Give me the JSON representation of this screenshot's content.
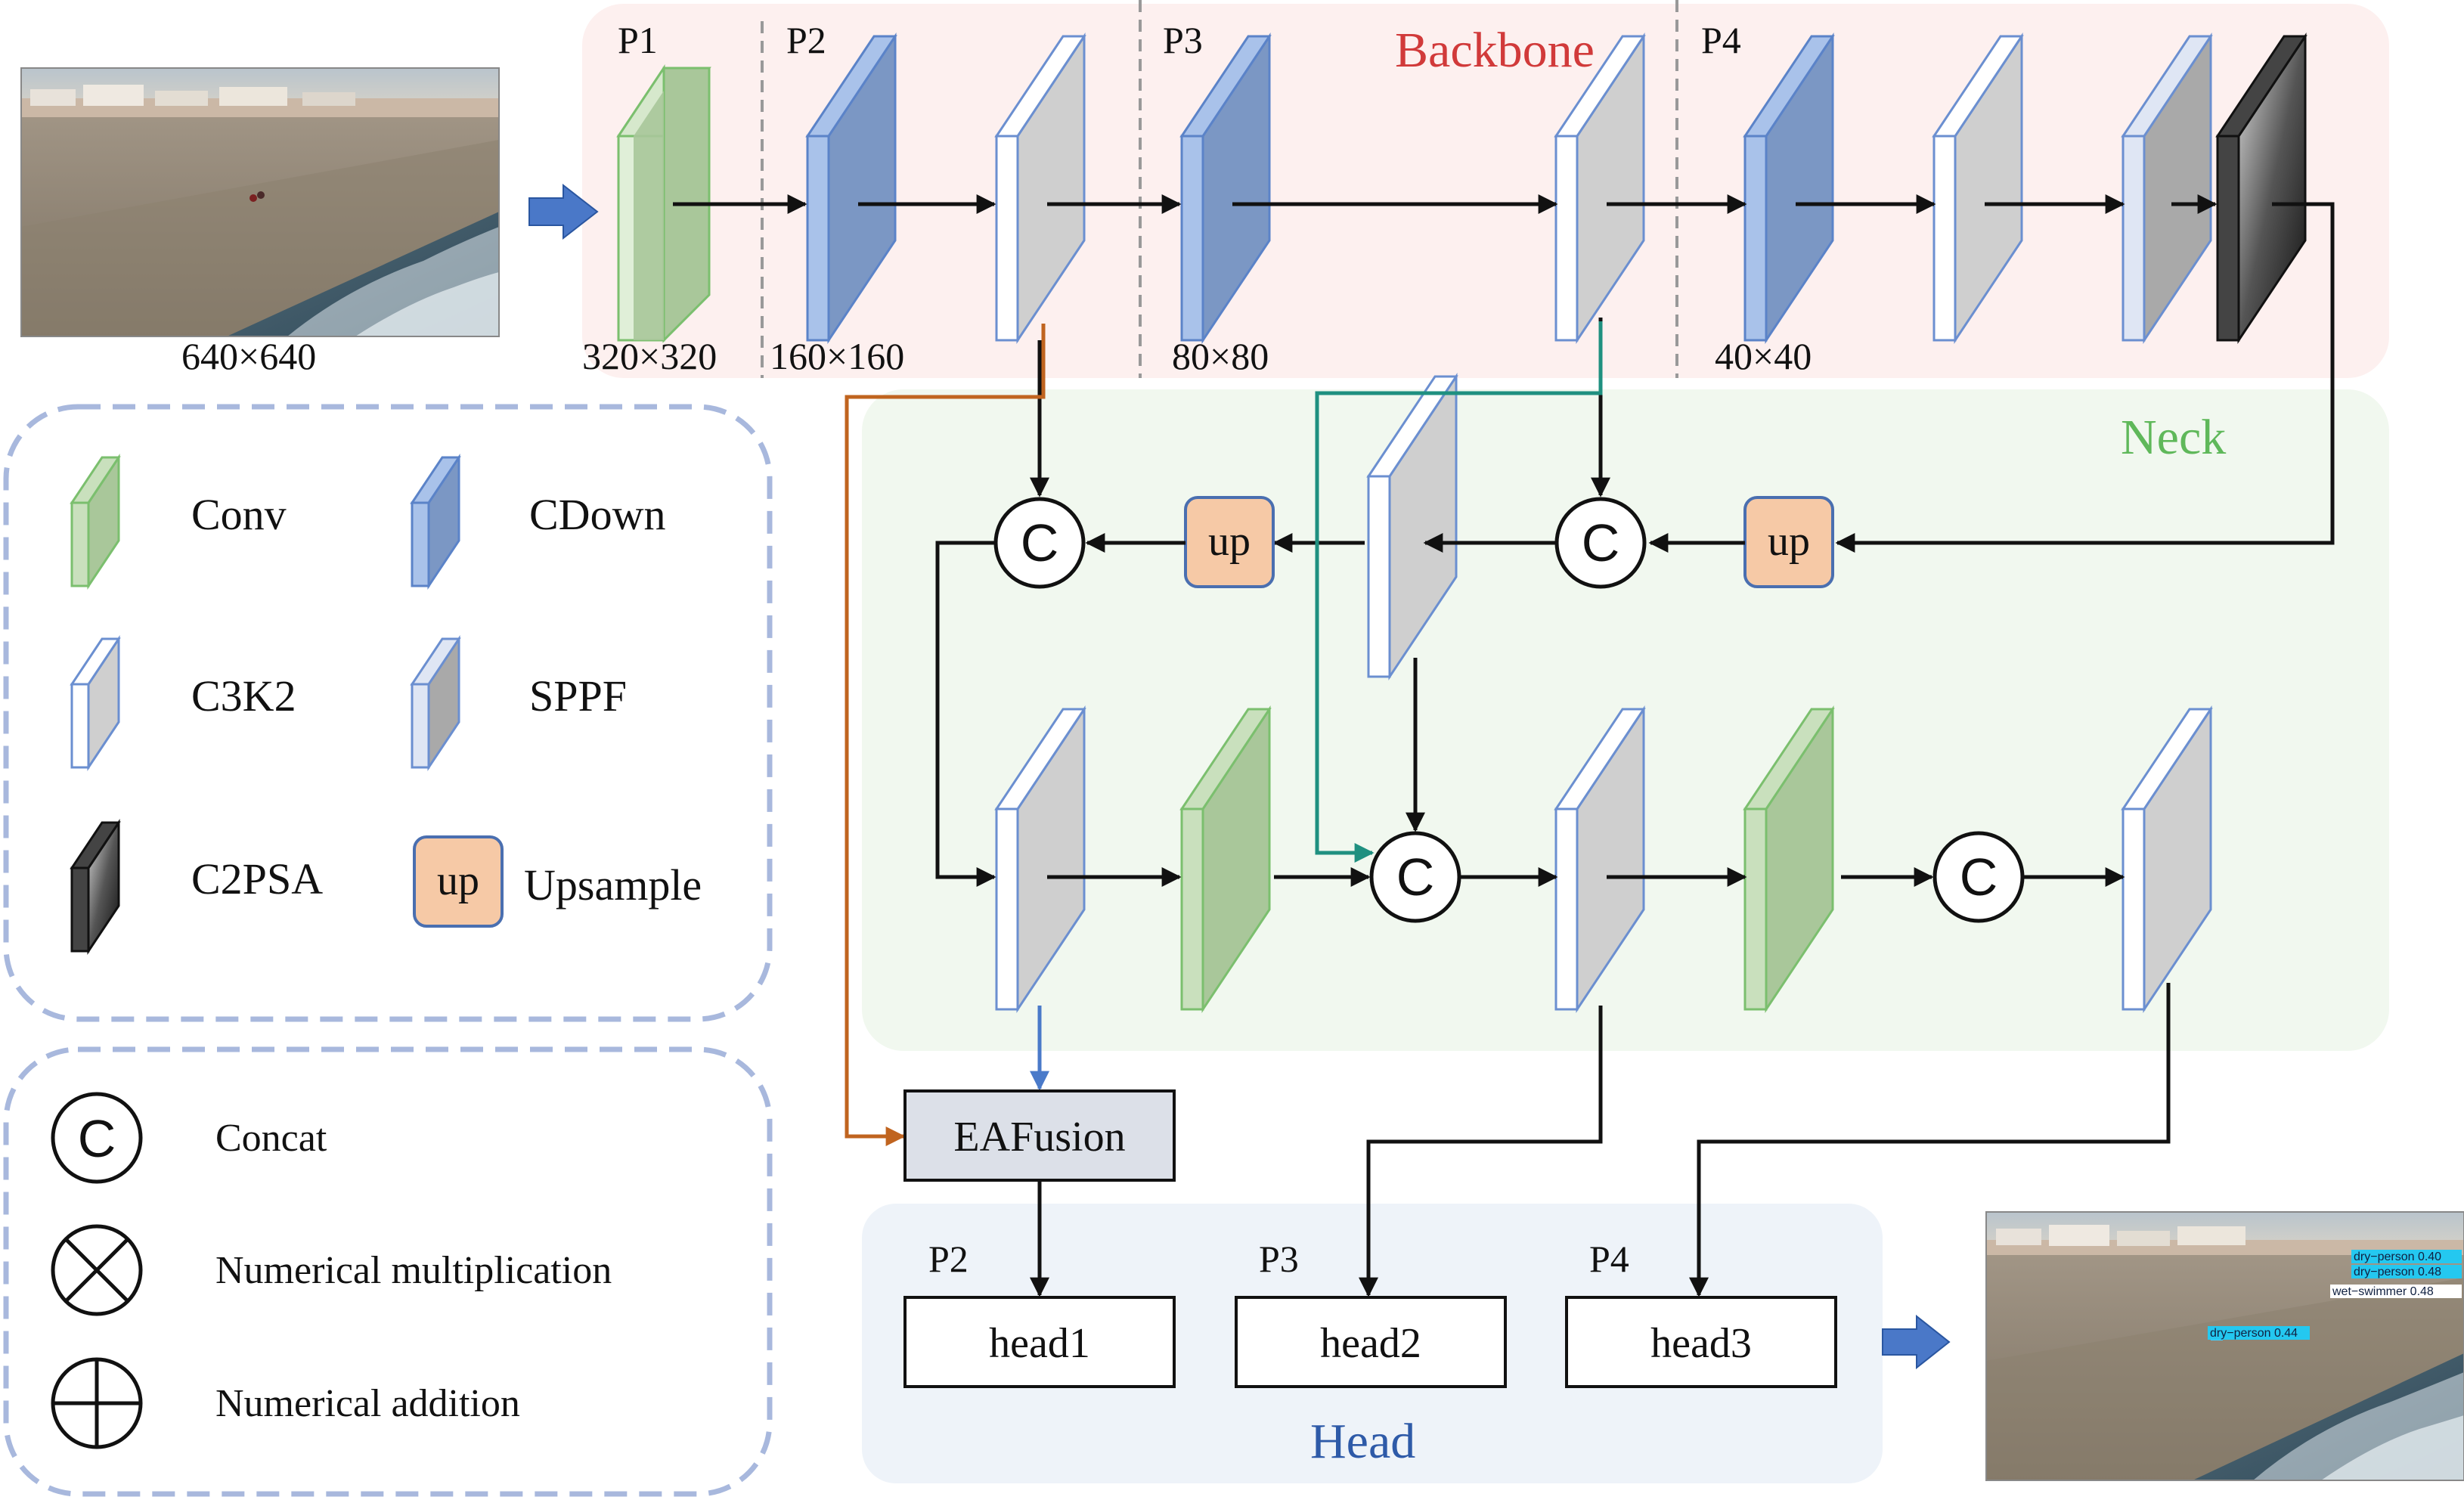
{
  "sections": {
    "backbone": "Backbone",
    "neck": "Neck",
    "head": "Head"
  },
  "stages": {
    "p1": "P1",
    "p2": "P2",
    "p3": "P3",
    "p4": "P4"
  },
  "resolutions": {
    "input": "640×640",
    "r320": "320×320",
    "r160": "160×160",
    "r80": "80×80",
    "r40": "40×40"
  },
  "legend": {
    "conv": "Conv",
    "cdown": "CDown",
    "c3k2": "C3K2",
    "sppf": "SPPF",
    "c2psa": "C2PSA",
    "up_symbol": "up",
    "upsample": "Upsample",
    "concat_symbol": "C",
    "concat": "Concat",
    "multiplication": "Numerical multiplication",
    "addition": "Numerical addition"
  },
  "nodes": {
    "concat": "C",
    "up": "up",
    "eafusion": "EAFusion",
    "head1": "head1",
    "head2": "head2",
    "head3": "head3",
    "head_p2": "P2",
    "head_p3": "P3",
    "head_p4": "P4"
  },
  "detections": [
    {
      "label": "dry−person 0.40"
    },
    {
      "label": "dry−person 0.48"
    },
    {
      "label": "wet−swimmer 0.48"
    },
    {
      "label": "dry−person 0.44"
    }
  ],
  "colors": {
    "backbone_bg": "#fdf0ef",
    "neck_bg": "#f1f8ef",
    "head_bg": "#eef3f9",
    "backbone_title": "#d13a3a",
    "neck_title": "#5fb85a",
    "head_title": "#2e5aa8",
    "conv": "#a9c79a",
    "cdown": "#7b97c4",
    "c3k2": "#cfcfcf",
    "sppf": "#a9a9a9",
    "up_fill": "#f6c9a6",
    "eafusion_fill": "#dce0e8",
    "orange_line": "#c0641f",
    "teal_line": "#1f9080",
    "blue_line": "#4a7ac9",
    "legend_border": "#a8b8dd"
  },
  "icons": {
    "input_image": "beach-photo-input",
    "output_image": "beach-photo-detections",
    "flow_arrow": "blue-block-arrow"
  }
}
